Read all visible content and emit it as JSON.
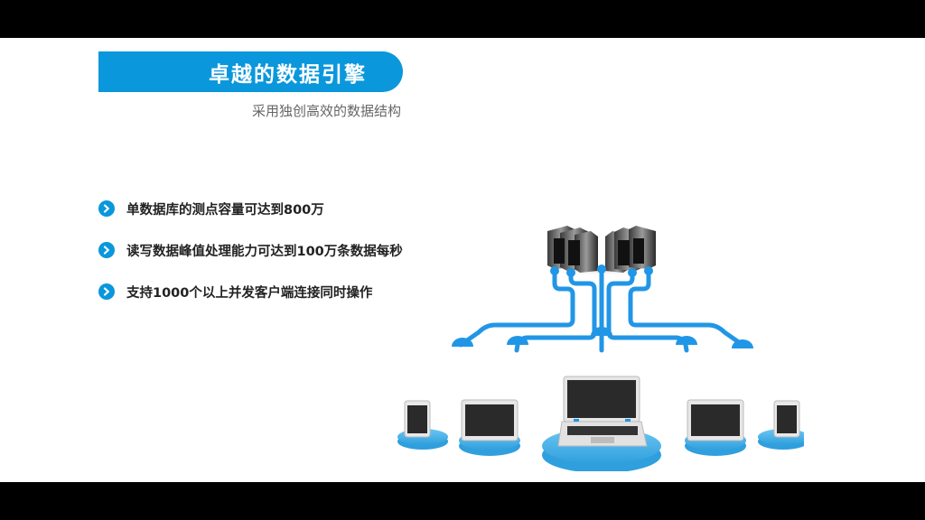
{
  "slide": {
    "title": "卓越的数据引擎",
    "subtitle": "采用独创高效的数据结构",
    "bullets": [
      {
        "icon": "chevron-right-circle-icon",
        "text": "单数据库的测点容量可达到800万"
      },
      {
        "icon": "chevron-right-circle-icon",
        "text": "读写数据峰值处理能力可达到100万条数据每秒"
      },
      {
        "icon": "chevron-right-circle-icon",
        "text": "支持1000个以上并发客户端连接同时操作"
      }
    ],
    "illustration": {
      "description": "network-servers-to-devices",
      "servers": 6,
      "devices": [
        "tablet",
        "monitor",
        "laptop",
        "monitor",
        "tablet"
      ]
    }
  },
  "colors": {
    "accent": "#0a97dc",
    "cable": "#2196e6",
    "platform": "#4cb3ea",
    "subtitle": "#666666",
    "text": "#222222"
  }
}
